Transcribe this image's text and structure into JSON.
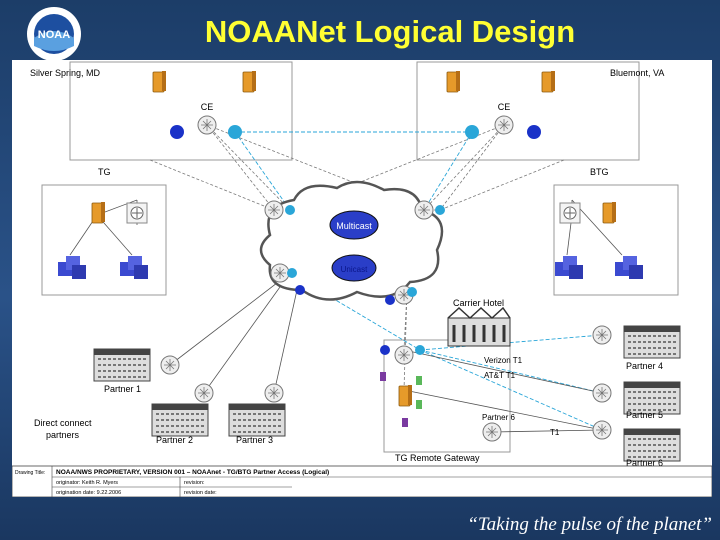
{
  "header": {
    "title": "NOAANet Logical Design",
    "logo_text": "NOAA",
    "logo_ring_text": "NATIONAL OCEANIC AND ATMOSPHERIC ADMINISTRATION",
    "tagline": "“Taking the pulse of the planet”"
  },
  "diagram": {
    "sites": {
      "left": "Silver Spring, MD",
      "right": "Bluemont, VA"
    },
    "ce_left": "CE",
    "ce_right": "CE",
    "tg_left": "TG",
    "tg_right": "BTG",
    "cloud": {
      "multicast": "Multicast",
      "unicast": "Unicast"
    },
    "carrier_hotel": "Carrier Hotel",
    "links": {
      "verizon": "Verizon T1",
      "att": "AT&T T1",
      "t1": "T1"
    },
    "remote_gateway": "TG Remote Gateway",
    "direct_connect": [
      "Direct connect",
      "partners"
    ],
    "partners": [
      "Partner 1",
      "Partner 2",
      "Partner 3",
      "Partner 4",
      "Partner 5",
      "Partner 6"
    ]
  },
  "title_block": {
    "drawing_title_label": "Drawing Title:",
    "drawing_title": "NOAA/NWS PROPRIETARY, VERSION 001 – NOAAnet - TG/BTG Partner Access (Logical)",
    "originator": "originator: Keith R. Myers",
    "origination_date": "origination date: 9.22.2006",
    "revision": "revision:",
    "revision_date": "revision date:"
  },
  "colors": {
    "title": "#ffff33",
    "node_blue": "#1a32c8",
    "node_cyan": "#2aa6d8",
    "firewall": "#e69a2a",
    "server": "#3b4ad0"
  }
}
